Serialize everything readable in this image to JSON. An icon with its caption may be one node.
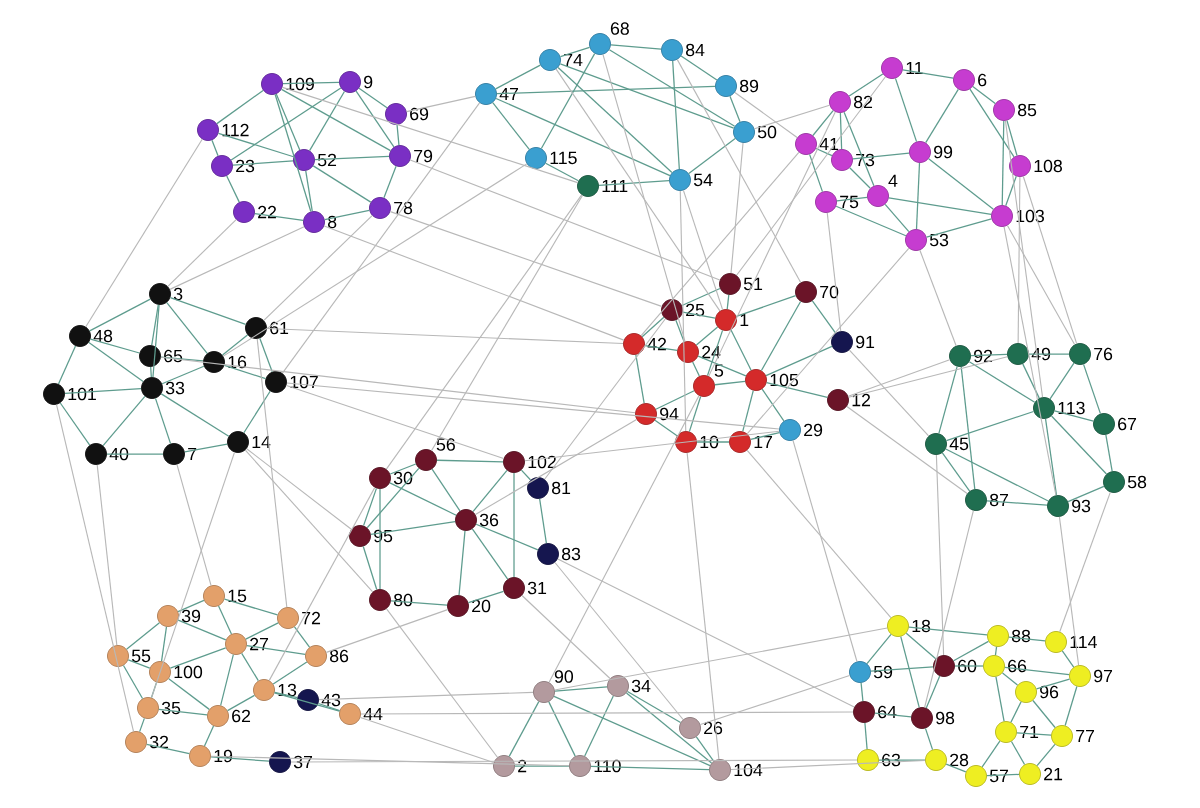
{
  "diagram": {
    "nodes": [
      {
        "text": [
          "109"
        ]
      },
      {
        "text": [
          "9"
        ]
      },
      {
        "text": [
          "112"
        ]
      },
      {
        "text": [
          "23"
        ]
      },
      {
        "text": [
          "52"
        ]
      },
      {
        "text": [
          "69"
        ]
      },
      {
        "text": [
          "79"
        ]
      },
      {
        "text": [
          "22"
        ]
      },
      {
        "text": [
          "8"
        ]
      },
      {
        "text": [
          "78"
        ]
      },
      {
        "text": [
          "47"
        ]
      },
      {
        "text": [
          "74"
        ]
      },
      {
        "text": [
          "68"
        ]
      },
      {
        "text": [
          "84"
        ]
      },
      {
        "text": [
          "89"
        ]
      },
      {
        "text": [
          "50"
        ]
      },
      {
        "text": [
          "115"
        ]
      },
      {
        "text": [
          "111"
        ]
      },
      {
        "text": [
          "54"
        ]
      },
      {
        "text": [
          "11"
        ]
      },
      {
        "text": [
          "6"
        ]
      },
      {
        "text": [
          "82"
        ]
      },
      {
        "text": [
          "85"
        ]
      },
      {
        "text": [
          "41"
        ]
      },
      {
        "text": [
          "73"
        ]
      },
      {
        "text": [
          "99"
        ]
      },
      {
        "text": [
          "108"
        ]
      },
      {
        "text": [
          "75"
        ]
      },
      {
        "text": [
          "4"
        ]
      },
      {
        "text": [
          "103"
        ]
      },
      {
        "text": [
          "53"
        ]
      },
      {
        "text": [
          "3"
        ]
      },
      {
        "text": [
          "48"
        ]
      },
      {
        "text": [
          "61"
        ]
      },
      {
        "text": [
          "65"
        ]
      },
      {
        "text": [
          "16"
        ]
      },
      {
        "text": [
          "33"
        ]
      },
      {
        "text": [
          "107"
        ]
      },
      {
        "text": [
          "101"
        ]
      },
      {
        "text": [
          "40"
        ]
      },
      {
        "text": [
          "7"
        ]
      },
      {
        "text": [
          "14"
        ]
      },
      {
        "text": [
          "51"
        ]
      },
      {
        "text": [
          "70"
        ]
      },
      {
        "text": [
          "25"
        ]
      },
      {
        "text": [
          "1"
        ]
      },
      {
        "text": [
          "42"
        ]
      },
      {
        "text": [
          "24"
        ]
      },
      {
        "text": [
          "91"
        ]
      },
      {
        "text": [
          "5"
        ]
      },
      {
        "text": [
          "105"
        ]
      },
      {
        "text": [
          "12"
        ]
      },
      {
        "text": [
          "94"
        ]
      },
      {
        "text": [
          "10"
        ]
      },
      {
        "text": [
          "17"
        ]
      },
      {
        "text": [
          "29"
        ]
      },
      {
        "text": [
          "92"
        ]
      },
      {
        "text": [
          "49"
        ]
      },
      {
        "text": [
          "76"
        ]
      },
      {
        "text": [
          "113"
        ]
      },
      {
        "text": [
          "67"
        ]
      },
      {
        "text": [
          "45"
        ]
      },
      {
        "text": [
          "58"
        ]
      },
      {
        "text": [
          "87"
        ]
      },
      {
        "text": [
          "93"
        ]
      },
      {
        "text": [
          "30"
        ]
      },
      {
        "text": [
          "56"
        ]
      },
      {
        "text": [
          "102"
        ]
      },
      {
        "text": [
          "81"
        ]
      },
      {
        "text": [
          "95"
        ]
      },
      {
        "text": [
          "36"
        ]
      },
      {
        "text": [
          "83"
        ]
      },
      {
        "text": [
          "80"
        ]
      },
      {
        "text": [
          "20"
        ]
      },
      {
        "text": [
          "31"
        ]
      },
      {
        "text": [
          "15"
        ]
      },
      {
        "text": [
          "39"
        ]
      },
      {
        "text": [
          "72"
        ]
      },
      {
        "text": [
          "27"
        ]
      },
      {
        "text": [
          "55"
        ]
      },
      {
        "text": [
          "86"
        ]
      },
      {
        "text": [
          "100"
        ]
      },
      {
        "text": [
          "13"
        ]
      },
      {
        "text": [
          "43"
        ]
      },
      {
        "text": [
          "35"
        ]
      },
      {
        "text": [
          "62"
        ]
      },
      {
        "text": [
          "44"
        ]
      },
      {
        "text": [
          "32"
        ]
      },
      {
        "text": [
          "19"
        ]
      },
      {
        "text": [
          "37"
        ]
      },
      {
        "text": [
          "90"
        ]
      },
      {
        "text": [
          "34"
        ]
      },
      {
        "text": [
          "26"
        ]
      },
      {
        "text": [
          "2"
        ]
      },
      {
        "text": [
          "110"
        ]
      },
      {
        "text": [
          "104"
        ]
      },
      {
        "text": [
          "18"
        ]
      },
      {
        "text": [
          "88"
        ]
      },
      {
        "text": [
          "114"
        ]
      },
      {
        "text": [
          "59"
        ]
      },
      {
        "text": [
          "60"
        ]
      },
      {
        "text": [
          "66"
        ]
      },
      {
        "text": [
          "97"
        ]
      },
      {
        "text": [
          "96"
        ]
      },
      {
        "text": [
          "64"
        ]
      },
      {
        "text": [
          "98"
        ]
      },
      {
        "text": [
          "71"
        ]
      },
      {
        "text": [
          "77"
        ]
      },
      {
        "text": [
          "63"
        ]
      },
      {
        "text": [
          "28"
        ]
      },
      {
        "text": [
          "57"
        ]
      },
      {
        "text": [
          "21"
        ]
      }
    ],
    "edges": [
      {
        "from": 0,
        "to": 1,
        "arrow": "none"
      },
      {
        "from": 0,
        "to": 2,
        "arrow": "none"
      },
      {
        "from": 0,
        "to": 4,
        "arrow": "none"
      },
      {
        "from": 0,
        "to": 8,
        "arrow": "none"
      },
      {
        "from": 1,
        "to": 4,
        "arrow": "none"
      },
      {
        "from": 1,
        "to": 5,
        "arrow": "none"
      },
      {
        "from": 1,
        "to": 3,
        "arrow": "none"
      },
      {
        "from": 2,
        "to": 3,
        "arrow": "none"
      },
      {
        "from": 2,
        "to": 4,
        "arrow": "none"
      },
      {
        "from": 3,
        "to": 7,
        "arrow": "none"
      },
      {
        "from": 3,
        "to": 4,
        "arrow": "none"
      },
      {
        "from": 4,
        "to": 8,
        "arrow": "none"
      },
      {
        "from": 4,
        "to": 6,
        "arrow": "none"
      },
      {
        "from": 5,
        "to": 6,
        "arrow": "none"
      },
      {
        "from": 6,
        "to": 9,
        "arrow": "none"
      },
      {
        "from": 7,
        "to": 8,
        "arrow": "none"
      },
      {
        "from": 8,
        "to": 9,
        "arrow": "none"
      },
      {
        "from": 4,
        "to": 9,
        "arrow": "none"
      },
      {
        "from": 1,
        "to": 6,
        "arrow": "none"
      },
      {
        "from": 0,
        "to": 6,
        "arrow": "none"
      },
      {
        "from": 10,
        "to": 11,
        "arrow": "none"
      },
      {
        "from": 11,
        "to": 12,
        "arrow": "none"
      },
      {
        "from": 12,
        "to": 13,
        "arrow": "none"
      },
      {
        "from": 13,
        "to": 14,
        "arrow": "none"
      },
      {
        "from": 14,
        "to": 15,
        "arrow": "none"
      },
      {
        "from": 10,
        "to": 16,
        "arrow": "none"
      },
      {
        "from": 16,
        "to": 17,
        "arrow": "none"
      },
      {
        "from": 17,
        "to": 18,
        "arrow": "none"
      },
      {
        "from": 18,
        "to": 15,
        "arrow": "none"
      },
      {
        "from": 10,
        "to": 14,
        "arrow": "none"
      },
      {
        "from": 11,
        "to": 18,
        "arrow": "none"
      },
      {
        "from": 12,
        "to": 16,
        "arrow": "none"
      },
      {
        "from": 13,
        "to": 18,
        "arrow": "none"
      },
      {
        "from": 11,
        "to": 15,
        "arrow": "none"
      },
      {
        "from": 10,
        "to": 18,
        "arrow": "none"
      },
      {
        "from": 12,
        "to": 15,
        "arrow": "none"
      },
      {
        "from": 19,
        "to": 20,
        "arrow": "none"
      },
      {
        "from": 19,
        "to": 21,
        "arrow": "none"
      },
      {
        "from": 20,
        "to": 22,
        "arrow": "none"
      },
      {
        "from": 22,
        "to": 26,
        "arrow": "none"
      },
      {
        "from": 26,
        "to": 29,
        "arrow": "none"
      },
      {
        "from": 29,
        "to": 30,
        "arrow": "none"
      },
      {
        "from": 30,
        "to": 27,
        "arrow": "none"
      },
      {
        "from": 27,
        "to": 23,
        "arrow": "none"
      },
      {
        "from": 23,
        "to": 21,
        "arrow": "none"
      },
      {
        "from": 21,
        "to": 24,
        "arrow": "none"
      },
      {
        "from": 24,
        "to": 25,
        "arrow": "none"
      },
      {
        "from": 25,
        "to": 20,
        "arrow": "none"
      },
      {
        "from": 24,
        "to": 28,
        "arrow": "none"
      },
      {
        "from": 28,
        "to": 30,
        "arrow": "none"
      },
      {
        "from": 25,
        "to": 29,
        "arrow": "none"
      },
      {
        "from": 25,
        "to": 30,
        "arrow": "none"
      },
      {
        "from": 19,
        "to": 25,
        "arrow": "none"
      },
      {
        "from": 21,
        "to": 28,
        "arrow": "none"
      },
      {
        "from": 28,
        "to": 29,
        "arrow": "none"
      },
      {
        "from": 20,
        "to": 26,
        "arrow": "none"
      },
      {
        "from": 22,
        "to": 29,
        "arrow": "none"
      },
      {
        "from": 27,
        "to": 28,
        "arrow": "none"
      },
      {
        "from": 23,
        "to": 24,
        "arrow": "none"
      },
      {
        "from": 31,
        "to": 32,
        "arrow": "none"
      },
      {
        "from": 31,
        "to": 33,
        "arrow": "none"
      },
      {
        "from": 31,
        "to": 34,
        "arrow": "none"
      },
      {
        "from": 31,
        "to": 35,
        "arrow": "none"
      },
      {
        "from": 32,
        "to": 34,
        "arrow": "none"
      },
      {
        "from": 32,
        "to": 38,
        "arrow": "none"
      },
      {
        "from": 32,
        "to": 36,
        "arrow": "none"
      },
      {
        "from": 33,
        "to": 35,
        "arrow": "none"
      },
      {
        "from": 33,
        "to": 37,
        "arrow": "none"
      },
      {
        "from": 34,
        "to": 35,
        "arrow": "none"
      },
      {
        "from": 34,
        "to": 36,
        "arrow": "none"
      },
      {
        "from": 35,
        "to": 36,
        "arrow": "none"
      },
      {
        "from": 35,
        "to": 37,
        "arrow": "none"
      },
      {
        "from": 36,
        "to": 39,
        "arrow": "none"
      },
      {
        "from": 36,
        "to": 40,
        "arrow": "none"
      },
      {
        "from": 37,
        "to": 41,
        "arrow": "none"
      },
      {
        "from": 38,
        "to": 39,
        "arrow": "none"
      },
      {
        "from": 39,
        "to": 40,
        "arrow": "none"
      },
      {
        "from": 40,
        "to": 41,
        "arrow": "none"
      },
      {
        "from": 36,
        "to": 41,
        "arrow": "none"
      },
      {
        "from": 38,
        "to": 36,
        "arrow": "none"
      },
      {
        "from": 31,
        "to": 36,
        "arrow": "none"
      },
      {
        "from": 42,
        "to": 45,
        "arrow": "none"
      },
      {
        "from": 42,
        "to": 44,
        "arrow": "none"
      },
      {
        "from": 43,
        "to": 45,
        "arrow": "none"
      },
      {
        "from": 43,
        "to": 50,
        "arrow": "none"
      },
      {
        "from": 44,
        "to": 45,
        "arrow": "none"
      },
      {
        "from": 44,
        "to": 46,
        "arrow": "none"
      },
      {
        "from": 44,
        "to": 47,
        "arrow": "none"
      },
      {
        "from": 45,
        "to": 47,
        "arrow": "none"
      },
      {
        "from": 45,
        "to": 50,
        "arrow": "none"
      },
      {
        "from": 46,
        "to": 47,
        "arrow": "none"
      },
      {
        "from": 46,
        "to": 52,
        "arrow": "none"
      },
      {
        "from": 47,
        "to": 49,
        "arrow": "none"
      },
      {
        "from": 47,
        "to": 50,
        "arrow": "none"
      },
      {
        "from": 49,
        "to": 50,
        "arrow": "none"
      },
      {
        "from": 49,
        "to": 52,
        "arrow": "none"
      },
      {
        "from": 49,
        "to": 53,
        "arrow": "none"
      },
      {
        "from": 50,
        "to": 54,
        "arrow": "none"
      },
      {
        "from": 50,
        "to": 51,
        "arrow": "none"
      },
      {
        "from": 52,
        "to": 53,
        "arrow": "none"
      },
      {
        "from": 53,
        "to": 54,
        "arrow": "none"
      },
      {
        "from": 54,
        "to": 55,
        "arrow": "none"
      },
      {
        "from": 50,
        "to": 55,
        "arrow": "none"
      },
      {
        "from": 45,
        "to": 49,
        "arrow": "none"
      },
      {
        "from": 48,
        "to": 50,
        "arrow": "none"
      },
      {
        "from": 43,
        "to": 48,
        "arrow": "none"
      },
      {
        "from": 56,
        "to": 57,
        "arrow": "none"
      },
      {
        "from": 57,
        "to": 58,
        "arrow": "none"
      },
      {
        "from": 56,
        "to": 61,
        "arrow": "none"
      },
      {
        "from": 57,
        "to": 59,
        "arrow": "none"
      },
      {
        "from": 58,
        "to": 59,
        "arrow": "none"
      },
      {
        "from": 59,
        "to": 60,
        "arrow": "none"
      },
      {
        "from": 60,
        "to": 62,
        "arrow": "none"
      },
      {
        "from": 62,
        "to": 64,
        "arrow": "none"
      },
      {
        "from": 64,
        "to": 63,
        "arrow": "none"
      },
      {
        "from": 63,
        "to": 61,
        "arrow": "none"
      },
      {
        "from": 61,
        "to": 59,
        "arrow": "none"
      },
      {
        "from": 56,
        "to": 59,
        "arrow": "none"
      },
      {
        "from": 59,
        "to": 64,
        "arrow": "none"
      },
      {
        "from": 58,
        "to": 60,
        "arrow": "none"
      },
      {
        "from": 61,
        "to": 64,
        "arrow": "none"
      },
      {
        "from": 56,
        "to": 63,
        "arrow": "none"
      },
      {
        "from": 59,
        "to": 62,
        "arrow": "none"
      },
      {
        "from": 65,
        "to": 66,
        "arrow": "none"
      },
      {
        "from": 66,
        "to": 67,
        "arrow": "none"
      },
      {
        "from": 65,
        "to": 69,
        "arrow": "none"
      },
      {
        "from": 65,
        "to": 70,
        "arrow": "none"
      },
      {
        "from": 66,
        "to": 70,
        "arrow": "none"
      },
      {
        "from": 67,
        "to": 70,
        "arrow": "none"
      },
      {
        "from": 67,
        "to": 68,
        "arrow": "none"
      },
      {
        "from": 68,
        "to": 71,
        "arrow": "none"
      },
      {
        "from": 70,
        "to": 71,
        "arrow": "none"
      },
      {
        "from": 70,
        "to": 74,
        "arrow": "none"
      },
      {
        "from": 69,
        "to": 72,
        "arrow": "none"
      },
      {
        "from": 72,
        "to": 73,
        "arrow": "none"
      },
      {
        "from": 73,
        "to": 74,
        "arrow": "none"
      },
      {
        "from": 69,
        "to": 70,
        "arrow": "none"
      },
      {
        "from": 70,
        "to": 73,
        "arrow": "none"
      },
      {
        "from": 67,
        "to": 74,
        "arrow": "none"
      },
      {
        "from": 65,
        "to": 72,
        "arrow": "none"
      },
      {
        "from": 66,
        "to": 69,
        "arrow": "none"
      },
      {
        "from": 75,
        "to": 76,
        "arrow": "none"
      },
      {
        "from": 75,
        "to": 77,
        "arrow": "none"
      },
      {
        "from": 75,
        "to": 78,
        "arrow": "none"
      },
      {
        "from": 76,
        "to": 79,
        "arrow": "none"
      },
      {
        "from": 76,
        "to": 78,
        "arrow": "none"
      },
      {
        "from": 77,
        "to": 80,
        "arrow": "none"
      },
      {
        "from": 78,
        "to": 80,
        "arrow": "none"
      },
      {
        "from": 78,
        "to": 81,
        "arrow": "none"
      },
      {
        "from": 78,
        "to": 82,
        "arrow": "none"
      },
      {
        "from": 79,
        "to": 81,
        "arrow": "none"
      },
      {
        "from": 79,
        "to": 84,
        "arrow": "none"
      },
      {
        "from": 81,
        "to": 84,
        "arrow": "none"
      },
      {
        "from": 81,
        "to": 85,
        "arrow": "none"
      },
      {
        "from": 82,
        "to": 85,
        "arrow": "none"
      },
      {
        "from": 82,
        "to": 83,
        "arrow": "none"
      },
      {
        "from": 83,
        "to": 86,
        "arrow": "none"
      },
      {
        "from": 80,
        "to": 82,
        "arrow": "none"
      },
      {
        "from": 84,
        "to": 87,
        "arrow": "none"
      },
      {
        "from": 84,
        "to": 85,
        "arrow": "none"
      },
      {
        "from": 87,
        "to": 88,
        "arrow": "none"
      },
      {
        "from": 85,
        "to": 88,
        "arrow": "none"
      },
      {
        "from": 88,
        "to": 89,
        "arrow": "none"
      },
      {
        "from": 82,
        "to": 86,
        "arrow": "none"
      },
      {
        "from": 78,
        "to": 85,
        "arrow": "none"
      },
      {
        "from": 76,
        "to": 81,
        "arrow": "none"
      },
      {
        "from": 77,
        "to": 78,
        "arrow": "none"
      },
      {
        "from": 90,
        "to": 91,
        "arrow": "none"
      },
      {
        "from": 90,
        "to": 93,
        "arrow": "none"
      },
      {
        "from": 90,
        "to": 94,
        "arrow": "none"
      },
      {
        "from": 91,
        "to": 92,
        "arrow": "none"
      },
      {
        "from": 91,
        "to": 94,
        "arrow": "none"
      },
      {
        "from": 91,
        "to": 95,
        "arrow": "none"
      },
      {
        "from": 92,
        "to": 95,
        "arrow": "none"
      },
      {
        "from": 93,
        "to": 94,
        "arrow": "none"
      },
      {
        "from": 94,
        "to": 95,
        "arrow": "none"
      },
      {
        "from": 90,
        "to": 95,
        "arrow": "none"
      },
      {
        "from": 96,
        "to": 97,
        "arrow": "none"
      },
      {
        "from": 96,
        "to": 99,
        "arrow": "none"
      },
      {
        "from": 96,
        "to": 100,
        "arrow": "none"
      },
      {
        "from": 96,
        "to": 105,
        "arrow": "none"
      },
      {
        "from": 97,
        "to": 98,
        "arrow": "none"
      },
      {
        "from": 97,
        "to": 101,
        "arrow": "none"
      },
      {
        "from": 98,
        "to": 102,
        "arrow": "none"
      },
      {
        "from": 97,
        "to": 100,
        "arrow": "none"
      },
      {
        "from": 100,
        "to": 101,
        "arrow": "none"
      },
      {
        "from": 101,
        "to": 102,
        "arrow": "none"
      },
      {
        "from": 101,
        "to": 103,
        "arrow": "none"
      },
      {
        "from": 102,
        "to": 103,
        "arrow": "none"
      },
      {
        "from": 102,
        "to": 107,
        "arrow": "none"
      },
      {
        "from": 103,
        "to": 106,
        "arrow": "none"
      },
      {
        "from": 99,
        "to": 104,
        "arrow": "none"
      },
      {
        "from": 104,
        "to": 105,
        "arrow": "none"
      },
      {
        "from": 104,
        "to": 108,
        "arrow": "none"
      },
      {
        "from": 105,
        "to": 109,
        "arrow": "none"
      },
      {
        "from": 108,
        "to": 109,
        "arrow": "none"
      },
      {
        "from": 109,
        "to": 110,
        "arrow": "none"
      },
      {
        "from": 110,
        "to": 111,
        "arrow": "none"
      },
      {
        "from": 106,
        "to": 111,
        "arrow": "none"
      },
      {
        "from": 106,
        "to": 107,
        "arrow": "none"
      },
      {
        "from": 107,
        "to": 111,
        "arrow": "none"
      },
      {
        "from": 106,
        "to": 110,
        "arrow": "none"
      },
      {
        "from": 101,
        "to": 106,
        "arrow": "none"
      },
      {
        "from": 100,
        "to": 105,
        "arrow": "none"
      },
      {
        "from": 103,
        "to": 107,
        "arrow": "none"
      },
      {
        "from": 99,
        "to": 100,
        "arrow": "none"
      },
      {
        "from": 8,
        "to": 31,
        "arrow": "none",
        "color": "#b8b8b8"
      },
      {
        "from": 7,
        "to": 31,
        "arrow": "none",
        "color": "#b8b8b8"
      },
      {
        "from": 2,
        "to": 32,
        "arrow": "none",
        "color": "#b8b8b8"
      },
      {
        "from": 9,
        "to": 33,
        "arrow": "none",
        "color": "#b8b8b8"
      },
      {
        "from": 6,
        "to": 42,
        "arrow": "none",
        "color": "#b8b8b8"
      },
      {
        "from": 5,
        "to": 10,
        "arrow": "none",
        "color": "#b8b8b8"
      },
      {
        "from": 9,
        "to": 44,
        "arrow": "none",
        "color": "#b8b8b8"
      },
      {
        "from": 8,
        "to": 46,
        "arrow": "none",
        "color": "#b8b8b8"
      },
      {
        "from": 16,
        "to": 35,
        "arrow": "none",
        "color": "#b8b8b8"
      },
      {
        "from": 17,
        "to": 65,
        "arrow": "none",
        "color": "#b8b8b8"
      },
      {
        "from": 18,
        "to": 45,
        "arrow": "none",
        "color": "#b8b8b8"
      },
      {
        "from": 15,
        "to": 21,
        "arrow": "none",
        "color": "#b8b8b8"
      },
      {
        "from": 14,
        "to": 23,
        "arrow": "none",
        "color": "#b8b8b8"
      },
      {
        "from": 15,
        "to": 42,
        "arrow": "none",
        "color": "#b8b8b8"
      },
      {
        "from": 13,
        "to": 43,
        "arrow": "none",
        "color": "#b8b8b8"
      },
      {
        "from": 18,
        "to": 53,
        "arrow": "none",
        "color": "#b8b8b8"
      },
      {
        "from": 10,
        "to": 37,
        "arrow": "none",
        "color": "#b8b8b8"
      },
      {
        "from": 30,
        "to": 56,
        "arrow": "none",
        "color": "#b8b8b8"
      },
      {
        "from": 29,
        "to": 58,
        "arrow": "none",
        "color": "#b8b8b8"
      },
      {
        "from": 27,
        "to": 48,
        "arrow": "none",
        "color": "#b8b8b8"
      },
      {
        "from": 30,
        "to": 54,
        "arrow": "none",
        "color": "#b8b8b8"
      },
      {
        "from": 23,
        "to": 46,
        "arrow": "none",
        "color": "#b8b8b8"
      },
      {
        "from": 21,
        "to": 49,
        "arrow": "none",
        "color": "#b8b8b8"
      },
      {
        "from": 33,
        "to": 77,
        "arrow": "none",
        "color": "#b8b8b8"
      },
      {
        "from": 37,
        "to": 67,
        "arrow": "none",
        "color": "#b8b8b8"
      },
      {
        "from": 41,
        "to": 69,
        "arrow": "none",
        "color": "#b8b8b8"
      },
      {
        "from": 39,
        "to": 79,
        "arrow": "none",
        "color": "#b8b8b8"
      },
      {
        "from": 40,
        "to": 75,
        "arrow": "none",
        "color": "#b8b8b8"
      },
      {
        "from": 38,
        "to": 87,
        "arrow": "none",
        "color": "#b8b8b8"
      },
      {
        "from": 41,
        "to": 72,
        "arrow": "none",
        "color": "#b8b8b8"
      },
      {
        "from": 34,
        "to": 52,
        "arrow": "none",
        "color": "#b8b8b8"
      },
      {
        "from": 33,
        "to": 46,
        "arrow": "none",
        "color": "#b8b8b8"
      },
      {
        "from": 37,
        "to": 55,
        "arrow": "none",
        "color": "#b8b8b8"
      },
      {
        "from": 55,
        "to": 99,
        "arrow": "none",
        "color": "#b8b8b8"
      },
      {
        "from": 53,
        "to": 95,
        "arrow": "none",
        "color": "#b8b8b8"
      },
      {
        "from": 51,
        "to": 57,
        "arrow": "none",
        "color": "#b8b8b8"
      },
      {
        "from": 48,
        "to": 61,
        "arrow": "none",
        "color": "#b8b8b8"
      },
      {
        "from": 51,
        "to": 63,
        "arrow": "none",
        "color": "#b8b8b8"
      },
      {
        "from": 54,
        "to": 96,
        "arrow": "none",
        "color": "#b8b8b8"
      },
      {
        "from": 49,
        "to": 90,
        "arrow": "none",
        "color": "#b8b8b8"
      },
      {
        "from": 52,
        "to": 70,
        "arrow": "none",
        "color": "#b8b8b8"
      },
      {
        "from": 64,
        "to": 102,
        "arrow": "none",
        "color": "#b8b8b8"
      },
      {
        "from": 62,
        "to": 98,
        "arrow": "none",
        "color": "#b8b8b8"
      },
      {
        "from": 63,
        "to": 105,
        "arrow": "none",
        "color": "#b8b8b8"
      },
      {
        "from": 61,
        "to": 100,
        "arrow": "none",
        "color": "#b8b8b8"
      },
      {
        "from": 57,
        "to": 26,
        "arrow": "none",
        "color": "#b8b8b8"
      },
      {
        "from": 56,
        "to": 51,
        "arrow": "none",
        "color": "#b8b8b8"
      },
      {
        "from": 66,
        "to": 17,
        "arrow": "none",
        "color": "#b8b8b8"
      },
      {
        "from": 68,
        "to": 44,
        "arrow": "none",
        "color": "#b8b8b8"
      },
      {
        "from": 71,
        "to": 92,
        "arrow": "none",
        "color": "#b8b8b8"
      },
      {
        "from": 74,
        "to": 91,
        "arrow": "none",
        "color": "#b8b8b8"
      },
      {
        "from": 72,
        "to": 93,
        "arrow": "none",
        "color": "#b8b8b8"
      },
      {
        "from": 86,
        "to": 93,
        "arrow": "none",
        "color": "#b8b8b8"
      },
      {
        "from": 89,
        "to": 108,
        "arrow": "none",
        "color": "#b8b8b8"
      },
      {
        "from": 83,
        "to": 90,
        "arrow": "none",
        "color": "#b8b8b8"
      },
      {
        "from": 80,
        "to": 73,
        "arrow": "none",
        "color": "#b8b8b8"
      },
      {
        "from": 86,
        "to": 104,
        "arrow": "none",
        "color": "#b8b8b8"
      },
      {
        "from": 88,
        "to": 94,
        "arrow": "none",
        "color": "#b8b8b8"
      },
      {
        "from": 92,
        "to": 99,
        "arrow": "none",
        "color": "#b8b8b8"
      },
      {
        "from": 95,
        "to": 109,
        "arrow": "none",
        "color": "#b8b8b8"
      },
      {
        "from": 90,
        "to": 96,
        "arrow": "none",
        "color": "#b8b8b8"
      },
      {
        "from": 71,
        "to": 104,
        "arrow": "none",
        "color": "#b8b8b8"
      },
      {
        "from": 67,
        "to": 55,
        "arrow": "none",
        "color": "#b8b8b8"
      },
      {
        "from": 84,
        "to": 41,
        "arrow": "none",
        "color": "#b8b8b8"
      },
      {
        "from": 82,
        "to": 65,
        "arrow": "none",
        "color": "#b8b8b8"
      },
      {
        "from": 0,
        "to": 17,
        "arrow": "none",
        "color": "#b8b8b8"
      },
      {
        "from": 11,
        "to": 45,
        "arrow": "none",
        "color": "#b8b8b8"
      },
      {
        "from": 12,
        "to": 47,
        "arrow": "none",
        "color": "#b8b8b8"
      },
      {
        "from": 19,
        "to": 42,
        "arrow": "none",
        "color": "#b8b8b8"
      },
      {
        "from": 22,
        "to": 59,
        "arrow": "none",
        "color": "#b8b8b8"
      },
      {
        "from": 26,
        "to": 58,
        "arrow": "none",
        "color": "#b8b8b8"
      },
      {
        "from": 29,
        "to": 64,
        "arrow": "none",
        "color": "#b8b8b8"
      }
    ]
  }
}
